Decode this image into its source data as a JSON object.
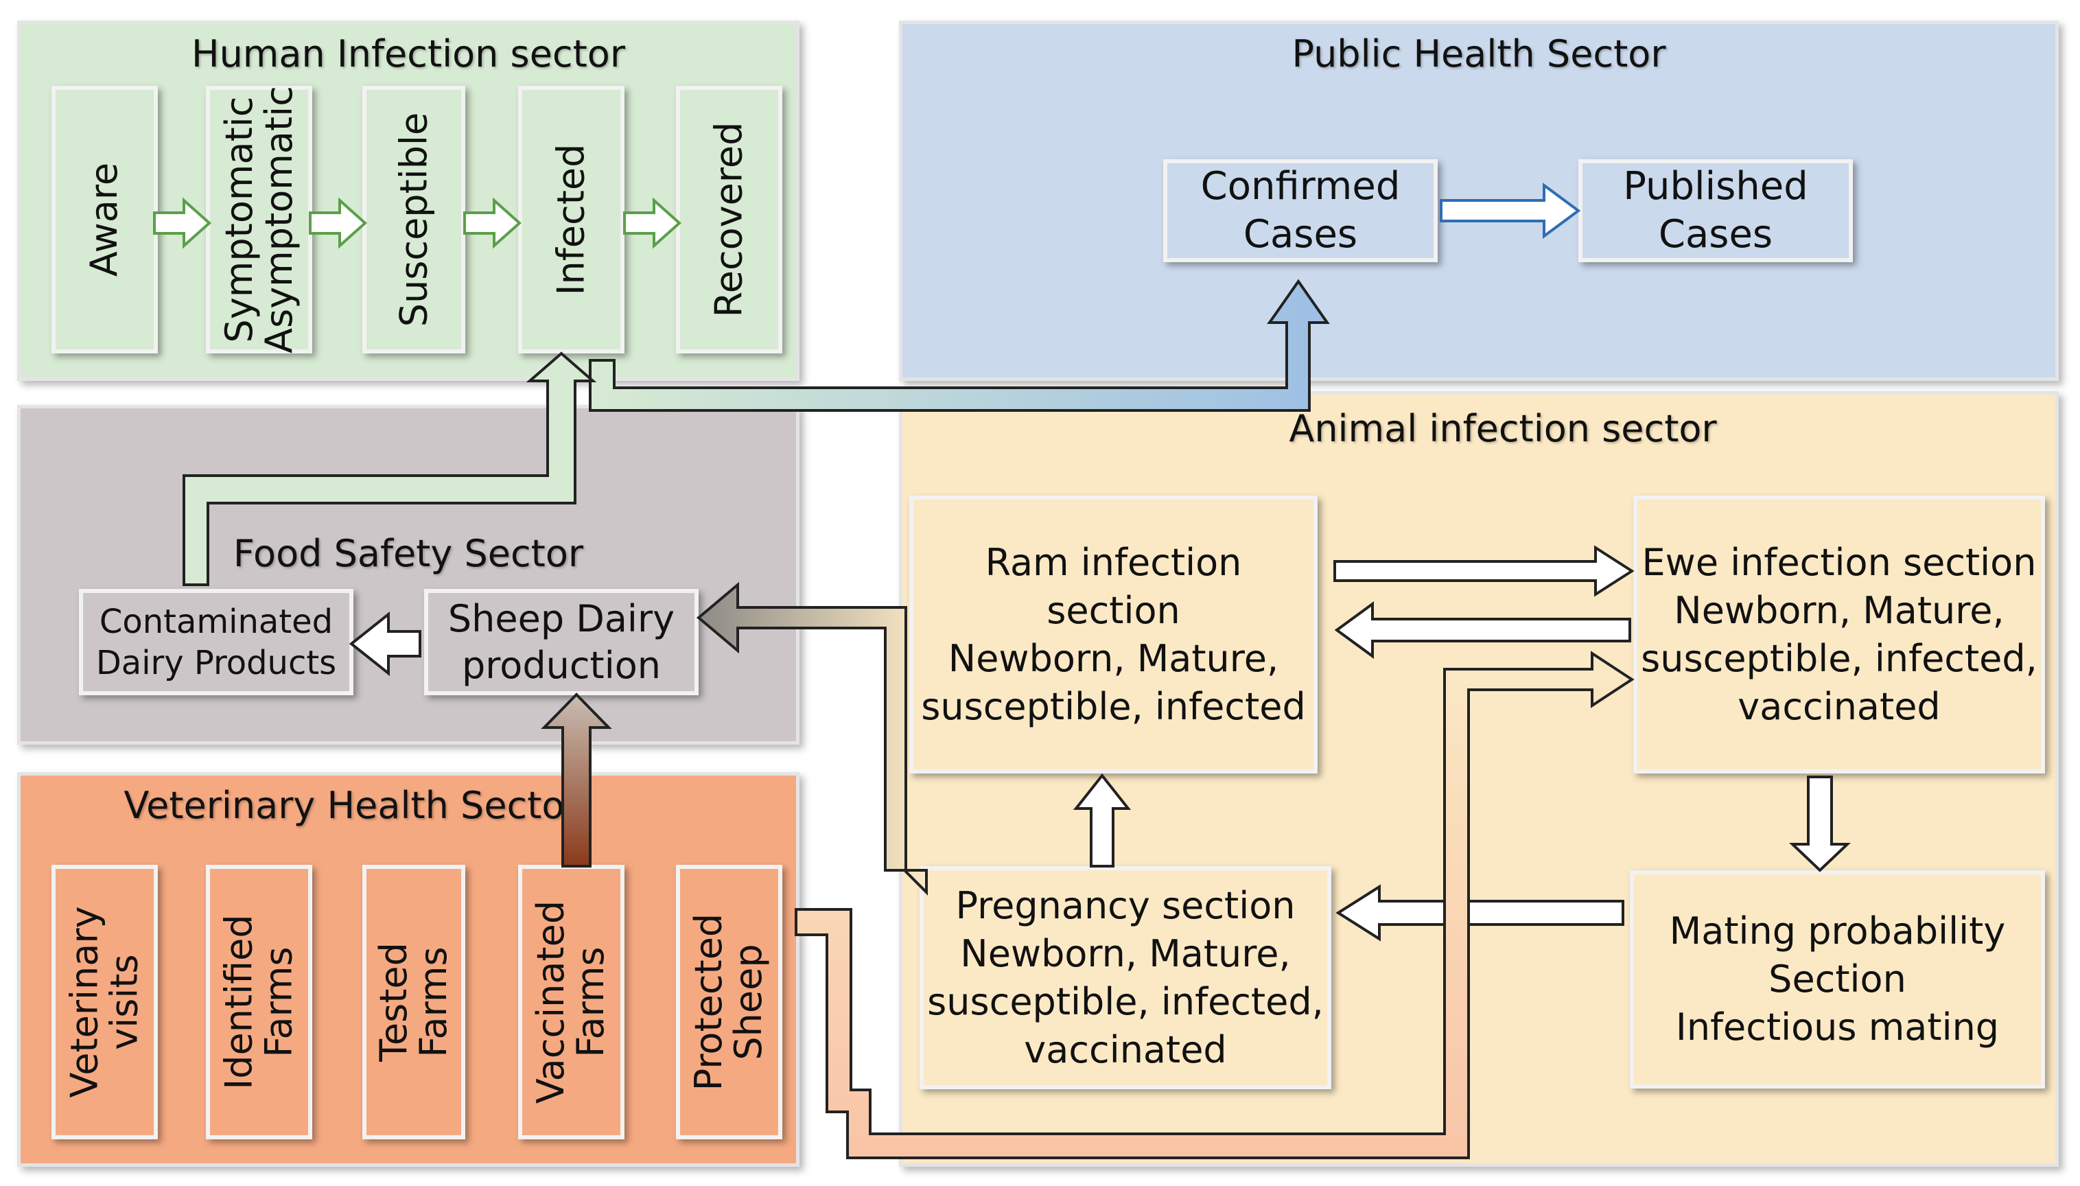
{
  "sectors": {
    "human": {
      "title": "Human Infection sector",
      "color": "#d7ead3",
      "boxes": [
        "Aware",
        "Symptomatic\nAsymptomatic",
        "Susceptible",
        "Infected",
        "Recovered"
      ]
    },
    "public": {
      "title": "Public Health Sector",
      "color": "#cad9ec",
      "boxes": [
        "Confirmed\nCases",
        "Published\nCases"
      ]
    },
    "food": {
      "title": "Food Safety Sector",
      "color": "#ccc6c9",
      "boxes": [
        "Contaminated\nDairy Products",
        "Sheep Dairy\nproduction"
      ]
    },
    "vet": {
      "title": "Veterinary Health Sector",
      "color": "#f5a981",
      "boxes": [
        "Veterinary\nvisits",
        "Identified\nFarms",
        "Tested\nFarms",
        "Vaccinated\nFarms",
        "Protected\nSheep"
      ]
    },
    "animal": {
      "title": "Animal infection sector",
      "color": "#fbe9c5",
      "boxes": {
        "ram": "Ram infection section\nNewborn, Mature,\nsusceptible, infected",
        "ewe": "Ewe infection section\nNewborn, Mature,\nsusceptible, infected,\nvaccinated",
        "pregnancy": "Pregnancy section\nNewborn, Mature,\nsusceptible, infected,\nvaccinated",
        "mating": "Mating probability\nSection\nInfectious mating"
      }
    }
  }
}
